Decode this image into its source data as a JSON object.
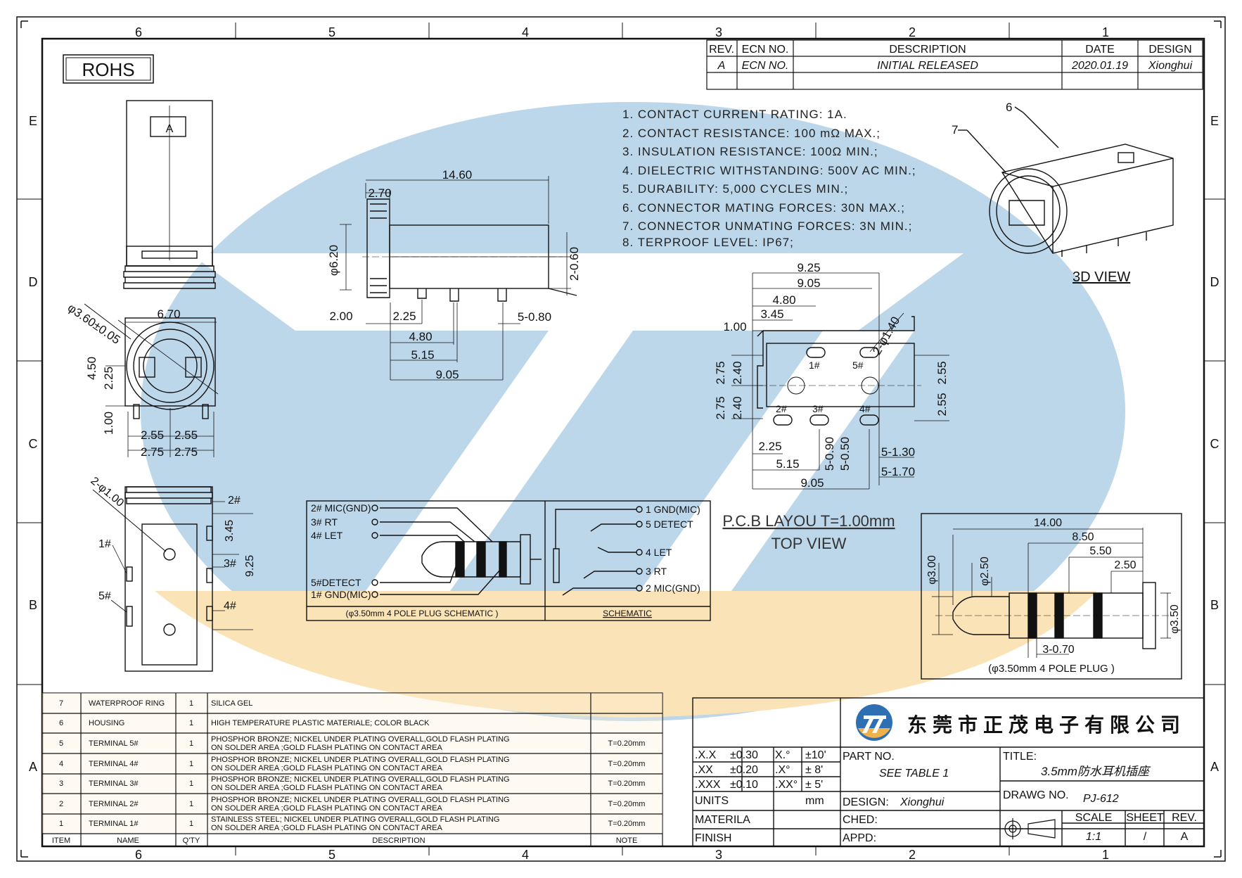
{
  "frame": {
    "columns_top": [
      "6",
      "5",
      "4",
      "3",
      "2",
      "1"
    ],
    "columns_bottom": [
      "6",
      "5",
      "4",
      "3",
      "2",
      "1"
    ],
    "rows": [
      "E",
      "D",
      "C",
      "B",
      "A"
    ]
  },
  "rohs": "ROHS",
  "revision": {
    "headers": [
      "REV.",
      "ECN NO.",
      "DESCRIPTION",
      "DATE",
      "DESIGN"
    ],
    "row": [
      "A",
      "ECN NO.",
      "INITIAL RELEASED",
      "2020.01.19",
      "Xionghui"
    ]
  },
  "specs": [
    "1. CONTACT CURRENT RATING: 1A.",
    "2. CONTACT RESISTANCE: 100 mΩ MAX.;",
    "3. INSULATION RESISTANCE: 100Ω MIN.;",
    "4. DIELECTRIC WITHSTANDING: 500V AC MIN.;",
    "5. DURABILITY: 5,000 CYCLES MIN.;",
    "6. CONNECTOR MATING FORCES: 30N   MAX.;",
    "7. CONNECTOR UNMATING FORCES: 3N MIN.;",
    "8. TERPROOF LEVEL: IP67;"
  ],
  "side_view_dims": {
    "length": "14.60",
    "flange": "2.70",
    "dia": "φ6.20",
    "height": "2-0.60",
    "d200": "2.00",
    "d225": "2.25",
    "d480": "4.80",
    "d515": "5.15",
    "d905": "9.05",
    "pins": "5-0.80"
  },
  "front_view_dims": {
    "hole": "φ3.60±0.05",
    "w": "6.70",
    "h450": "4.50",
    "h225": "2.25",
    "h100": "1.00",
    "a255": "2.55",
    "b255": "2.55",
    "a275": "2.75",
    "b275": "2.75"
  },
  "bottom_view_dims": {
    "holes": "2-φ1.00",
    "h345": "3.45",
    "h925": "9.25",
    "p1": "1#",
    "p2": "2#",
    "p3": "3#",
    "p4": "4#",
    "p5": "5#"
  },
  "pcb": {
    "dims": {
      "w925": "9.25",
      "w905": "9.05",
      "w480": "4.80",
      "w345": "3.45",
      "h100": "1.00",
      "h275a": "2.75",
      "h240a": "2.40",
      "h275b": "2.75",
      "h240b": "2.40",
      "h255a": "2.55",
      "h255b": "2.55",
      "holes": "2-φ1.40",
      "b225": "2.25",
      "b515": "5.15",
      "b905": "9.05",
      "s090": "5-0.90",
      "s050": "5-0.50",
      "s130": "5-1.30",
      "s170": "5-1.70"
    },
    "pins": {
      "p1": "1#",
      "p2": "2#",
      "p3": "3#",
      "p4": "4#",
      "p5": "5#"
    },
    "title": "P.C.B LAYOU T=1.00mm",
    "subtitle": "TOP VIEW"
  },
  "view3d": {
    "label": "3D VIEW",
    "callout6": "6",
    "callout7": "7"
  },
  "plug_schematic": {
    "left_labels": [
      "2# MIC(GND)",
      "3# RT",
      "4# LET",
      "5#DETECT",
      "1# GND(MIC)"
    ],
    "left_caption": "(φ3.50mm 4 POLE PLUG SCHEMATIC )",
    "right_labels": [
      "1 GND(MIC)",
      "5 DETECT",
      "4 LET",
      "3 RT",
      "2 MIC(GND)"
    ],
    "right_caption": "SCHEMATIC"
  },
  "plug_dims": {
    "len": "14.00",
    "a": "8.50",
    "b": "5.50",
    "c": "2.50",
    "d300": "φ3.00",
    "d250": "φ2.50",
    "d350": "φ3.50",
    "rings": "3-0.70",
    "caption": "(φ3.50mm 4 POLE PLUG )"
  },
  "bom": {
    "rows": [
      {
        "item": "7",
        "name": "WATERPROOF RING",
        "qty": "1",
        "desc1": "SILICA GEL",
        "desc2": "",
        "note": ""
      },
      {
        "item": "6",
        "name": "HOUSING",
        "qty": "1",
        "desc1": "HIGH TEMPERATURE PLASTIC MATERIALE; COLOR BLACK",
        "desc2": "",
        "note": ""
      },
      {
        "item": "5",
        "name": "TERMINAL 5#",
        "qty": "1",
        "desc1": "PHOSPHOR BRONZE; NICKEL UNDER PLATING OVERALL,GOLD FLASH PLATING",
        "desc2": "ON SOLDER AREA ;GOLD FLASH PLATING ON CONTACT AREA",
        "note": "T=0.20mm"
      },
      {
        "item": "4",
        "name": "TERMINAL 4#",
        "qty": "1",
        "desc1": "PHOSPHOR BRONZE; NICKEL UNDER PLATING OVERALL,GOLD FLASH PLATING",
        "desc2": "ON SOLDER AREA ;GOLD FLASH PLATING ON CONTACT AREA",
        "note": "T=0.20mm"
      },
      {
        "item": "3",
        "name": "TERMINAL 3#",
        "qty": "1",
        "desc1": "PHOSPHOR BRONZE; NICKEL UNDER PLATING OVERALL,GOLD FLASH PLATING",
        "desc2": "ON SOLDER AREA ;GOLD FLASH PLATING ON CONTACT AREA",
        "note": "T=0.20mm"
      },
      {
        "item": "2",
        "name": "TERMINAL 2#",
        "qty": "1",
        "desc1": "PHOSPHOR BRONZE; NICKEL UNDER PLATING OVERALL,GOLD FLASH PLATING",
        "desc2": "ON SOLDER AREA ;GOLD FLASH PLATING ON CONTACT AREA",
        "note": "T=0.20mm"
      },
      {
        "item": "1",
        "name": "TERMINAL 1#",
        "qty": "1",
        "desc1": "STAINLESS STEEL; NICKEL UNDER PLATING OVERALL,GOLD FLASH PLATING",
        "desc2": "ON SOLDER AREA ;GOLD FLASH PLATING ON CONTACT AREA",
        "note": "T=0.20mm"
      }
    ],
    "headers": {
      "item": "ITEM",
      "name": "NAME",
      "qty": "Q'TY",
      "desc": "DESCRIPTION",
      "note": "NOTE"
    }
  },
  "title_block": {
    "company": "东莞市正茂电子有限公司",
    "tol": [
      {
        "a": ".X.X",
        "b": "±0.30",
        "c": "X.°",
        "d": "±10'"
      },
      {
        "a": ".XX",
        "b": "±0.20",
        "c": ".X°",
        "d": "± 8'"
      },
      {
        "a": ".XXX",
        "b": "±0.10",
        "c": ".XX°",
        "d": "± 5'"
      }
    ],
    "units_label": "UNITS",
    "units_value": "mm",
    "material_label": "MATERILA",
    "finish_label": "FINISH",
    "part_label": "PART NO.",
    "part_value": "SEE TABLE 1",
    "design_label": "DESIGN:",
    "design_value": "Xionghui",
    "ched_label": "CHED:",
    "appd_label": "APPD:",
    "title_label": "TITLE:",
    "title_value": "3.5mm防水耳机插座",
    "drawg_label": "DRAWG NO.",
    "drawg_value": "PJ-612",
    "scale_label": "SCALE",
    "scale_value": "1:1",
    "sheet_label": "SHEET",
    "sheet_value": "/",
    "rev_label": "REV.",
    "rev_value": "A"
  },
  "colors": {
    "watermark_blue": "#bcd6ea",
    "watermark_orange": "#fbe3b8",
    "line": "#111111"
  }
}
